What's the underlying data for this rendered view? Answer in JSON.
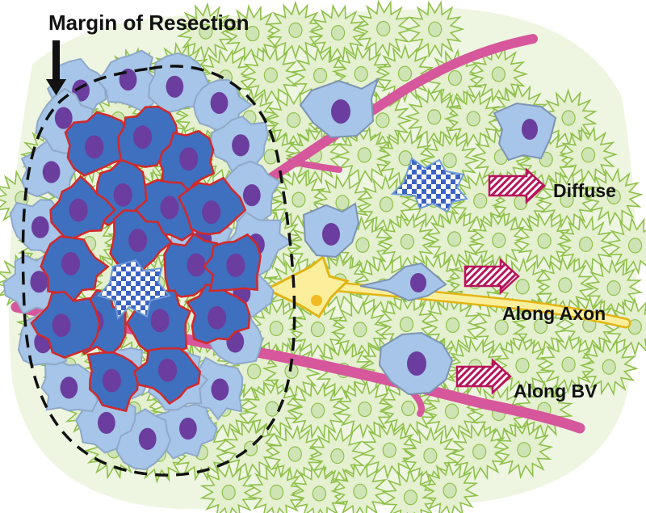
{
  "labels": {
    "margin": "Margin of Resection",
    "diffuse": "Diffuse",
    "axon": "Along Axon",
    "bv": "Along BV"
  },
  "colors": {
    "background_cell_fill": "#e4f0cf",
    "background_cell_stroke": "#8fc04a",
    "background_nucleus": "#cfe4b4",
    "tumor_cell_light": "#a6c5e8",
    "tumor_cell_dark": "#3f6fbf",
    "tumor_outline_red": "#d42828",
    "nucleus_purple": "#6a3d9e",
    "blood_vessel": "#d6579b",
    "axon": "#fcef9c",
    "axon_outline": "#e2b414",
    "migration_arrow": "#b8145a",
    "checker_blue": "#3a62c4"
  },
  "icons": [
    "down-arrow-icon",
    "migration-arrow-icon",
    "checkered-cell-icon"
  ]
}
